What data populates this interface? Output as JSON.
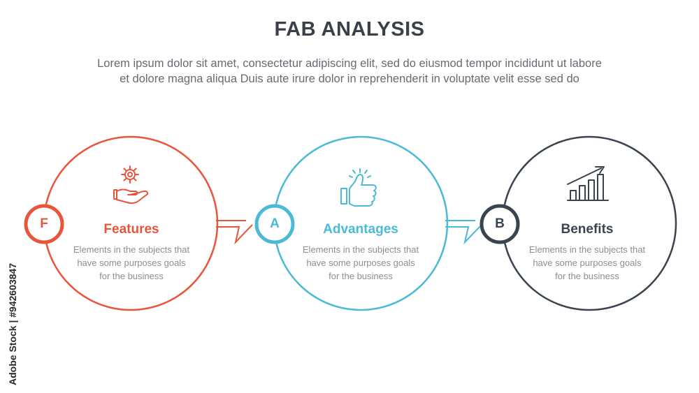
{
  "header": {
    "title": "FAB ANALYSIS",
    "subtitle_line1": "Lorem ipsum dolor sit amet, consectetur adipiscing elit, sed do eiusmod tempor incididunt ut labore",
    "subtitle_line2": "et dolore magna aliqua Duis aute irure dolor in reprehenderit in voluptate velit esse sed do"
  },
  "steps": [
    {
      "letter": "F",
      "heading": "Features",
      "desc_line1": "Elements in the subjects that",
      "desc_line2": "have  some purposes goals",
      "desc_line3": "for the  business",
      "color": "#e8553a",
      "icon": "gear-hand-icon"
    },
    {
      "letter": "A",
      "heading": "Advantages",
      "desc_line1": "Elements in the subjects that",
      "desc_line2": "have  some purposes goals",
      "desc_line3": "for the  business",
      "color": "#4bbad6",
      "icon": "thumbs-up-icon"
    },
    {
      "letter": "B",
      "heading": "Benefits",
      "desc_line1": "Elements in the subjects that",
      "desc_line2": "have  some purposes goals",
      "desc_line3": "for the  business",
      "color": "#3a4450",
      "icon": "growth-chart-icon"
    }
  ],
  "credit": "Adobe Stock | #942603847"
}
